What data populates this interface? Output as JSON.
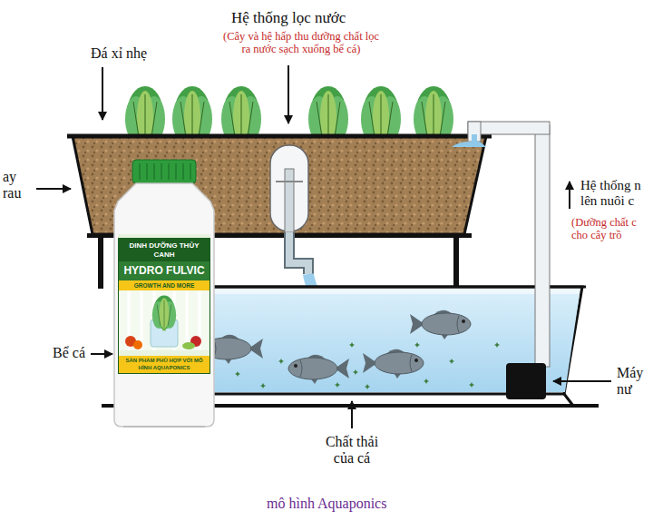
{
  "diagram": {
    "caption": "mô hình Aquaponics",
    "nodes": [
      {
        "text": [
          "DINH DƯỠNG THỦY CANH",
          "HYDRO FULVIC",
          "GROWTH AND MORE",
          "SẢN PHẨM PHÙ HỢP VỚI MÔ HÌNH AQUAPONICS"
        ]
      }
    ],
    "labels": [
      "Hệ thống lọc nước",
      "(Cây và hệ hấp thu dưỡng chất lọc ra nước sạch xuống bể cá)",
      "Đá xỉ nhẹ",
      "ay rau",
      "Hệ thống n lên nuôi c",
      "(Dưỡng chất c cho cây trồ",
      "Bể cá",
      "Máy nư",
      "Chất thải của cá"
    ]
  }
}
